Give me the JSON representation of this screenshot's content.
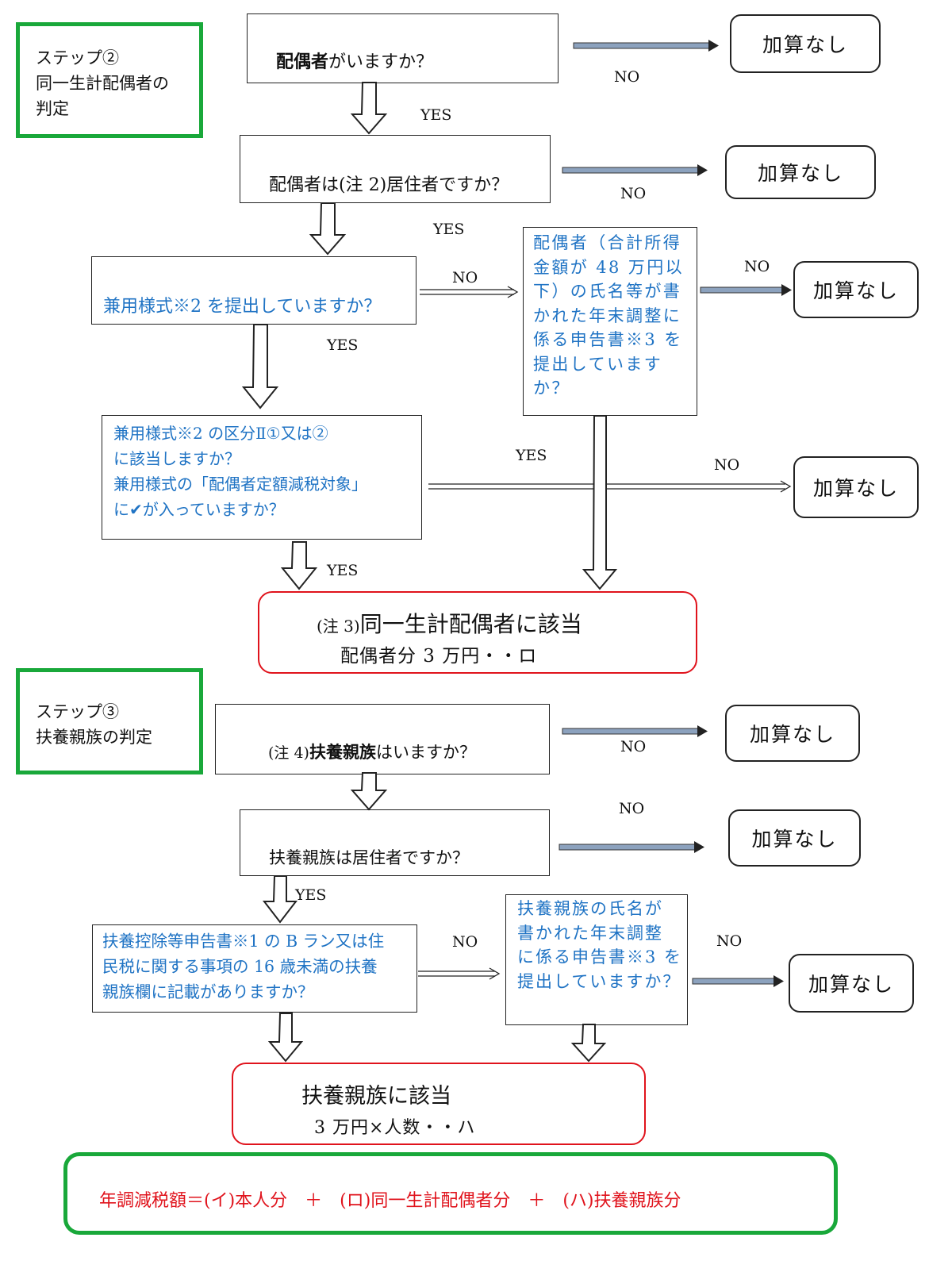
{
  "step2": {
    "title": "ステップ②",
    "subtitle_line1": "同一生計配偶者の",
    "subtitle_line2": "判定"
  },
  "step3": {
    "title": "ステップ③",
    "subtitle": "扶養親族の判定"
  },
  "q_spouse_exists": {
    "bold": "配偶者",
    "rest": "がいますか？"
  },
  "q_spouse_resident": "配偶者は(注 2)居住者ですか？",
  "q_form2": "兼用様式※2 を提出していますか？",
  "q_spouse_decl": [
    "配偶者（合計所得",
    "金額が 48 万円以",
    "下）の氏名等が書",
    "かれた年末調整に",
    "係る申告書※3 を",
    "提出していますか？"
  ],
  "q_form2_category": [
    "兼用様式※2 の区分Ⅱ①又は②",
    "に該当しますか？",
    "兼用様式の「配偶者定額減税対象」",
    "に✔が入っていますか？"
  ],
  "result_spouse": {
    "note": "(注 3)",
    "title": "同一生計配偶者に該当",
    "amount": "配偶者分 3 万円・・ロ"
  },
  "q_dependent_exists": {
    "note": "(注 4)",
    "bold": "扶養親族",
    "rest": "はいますか？"
  },
  "q_dependent_resident": "扶養親族は居住者ですか？",
  "q_dependent_form1": [
    "扶養控除等申告書※1 の B ラン又は住",
    "民税に関する事項の 16 歳未満の扶養",
    "親族欄に記載がありますか？"
  ],
  "q_dependent_decl": [
    "扶養親族の氏名が",
    "書かれた年末調整",
    "に係る申告書※3 を",
    "提出していますか？"
  ],
  "result_dependent": {
    "title": "扶養親族に該当",
    "amount": "3 万円×人数・・ハ"
  },
  "no_addition": "加算なし",
  "yes_label": "YES",
  "no_label": "NO",
  "formula": "年調減税額＝(イ)本人分　＋　(ロ)同一生計配偶者分　＋　(ハ)扶養親族分",
  "colors": {
    "green": "#19a83a",
    "red": "#e0131c",
    "blue": "#1f73c4"
  }
}
